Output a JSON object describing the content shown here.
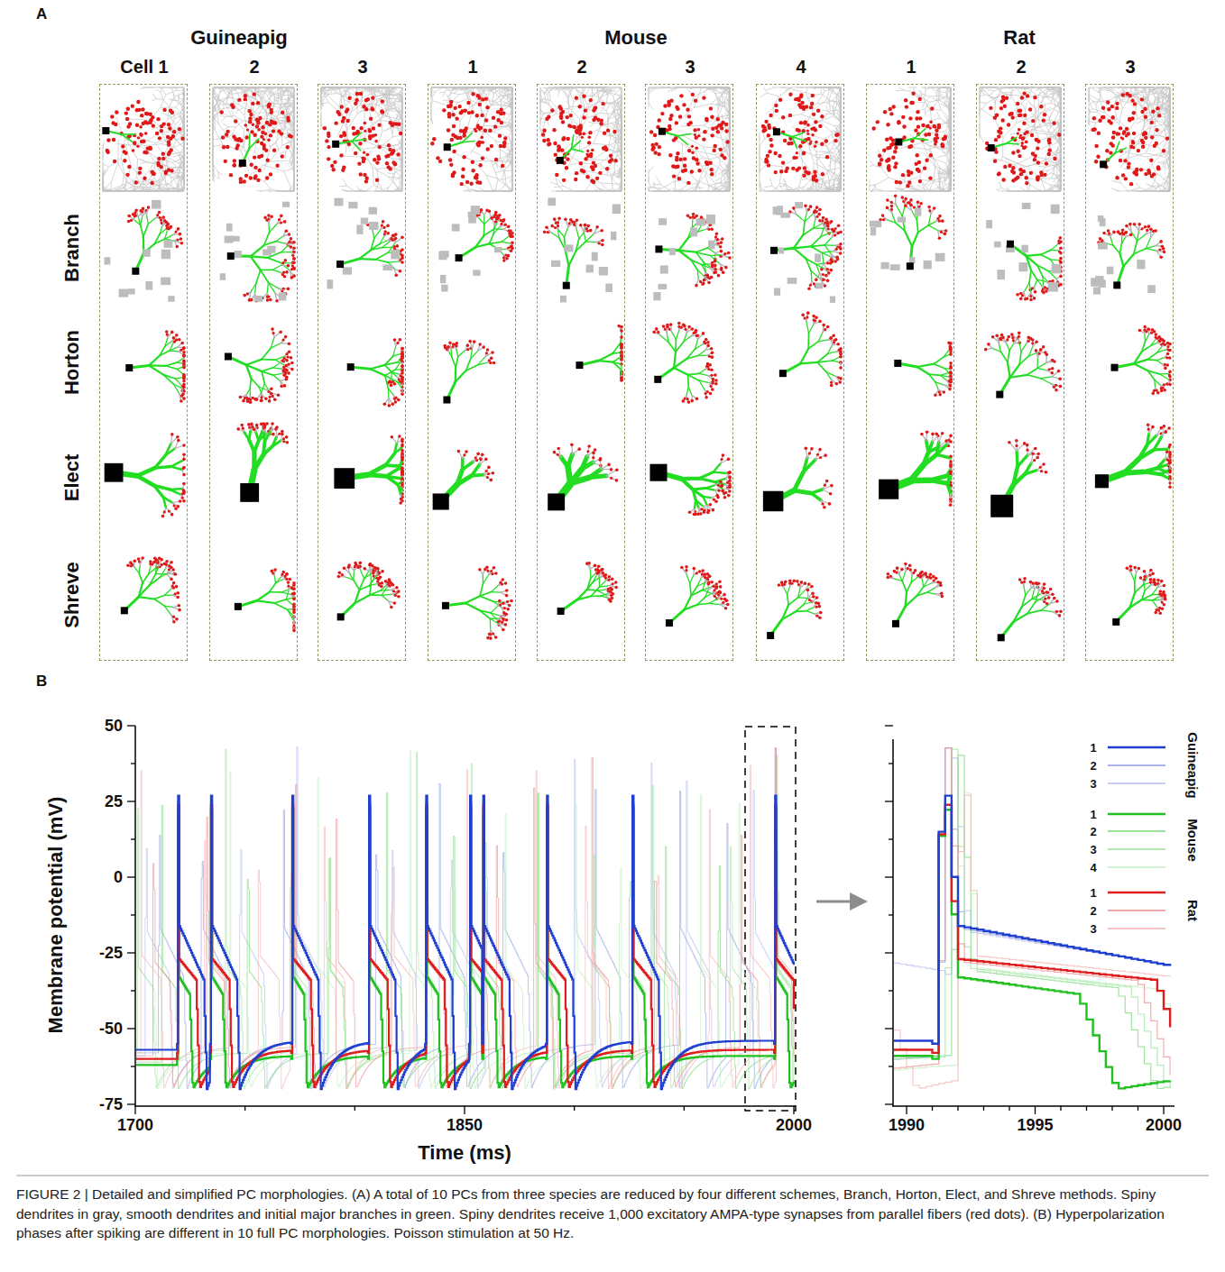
{
  "diagram": {
    "caption": "FIGURE 2 | Detailed and simplified PC morphologies. (A) A total of 10 PCs from three species are reduced by four different schemes, Branch, Horton, Elect, and Shreve methods. Spiny dendrites in gray, smooth dendrites and initial major branches in green. Spiny dendrites receive 1,000 excitatory AMPA-type synapses from parallel fibers (red dots). (B) Hyperpolarization phases after spiking are different in 10 full PC morphologies. Poisson stimulation at 50 Hz.",
    "nodes": [
      {
        "text": [
          "Cell 1"
        ]
      },
      {
        "text": [
          "2"
        ]
      },
      {
        "text": [
          "3"
        ]
      },
      {
        "text": [
          "1"
        ]
      },
      {
        "text": [
          "2"
        ]
      },
      {
        "text": [
          "3"
        ]
      },
      {
        "text": [
          "4"
        ]
      },
      {
        "text": [
          "1"
        ]
      },
      {
        "text": [
          "2"
        ]
      },
      {
        "text": [
          "3"
        ]
      }
    ],
    "labels": [
      "A",
      "Guineapig",
      "Mouse",
      "Rat",
      "Branch",
      "Horton",
      "Elect",
      "Shreve",
      "B",
      "50",
      "25",
      "0",
      "-25",
      "-50",
      "-75",
      "Membrane potential (mV)",
      "1700",
      "1850",
      "2000",
      "Time (ms)",
      "1990",
      "1995",
      "2000",
      "Guineapig",
      "Mouse",
      "Rat"
    ],
    "legend": [
      {
        "text": "1"
      },
      {
        "text": "2"
      },
      {
        "text": "3"
      },
      {
        "text": "1"
      },
      {
        "text": "2"
      },
      {
        "text": "3"
      },
      {
        "text": "4"
      },
      {
        "text": "1"
      },
      {
        "text": "2"
      },
      {
        "text": "3"
      }
    ]
  }
}
